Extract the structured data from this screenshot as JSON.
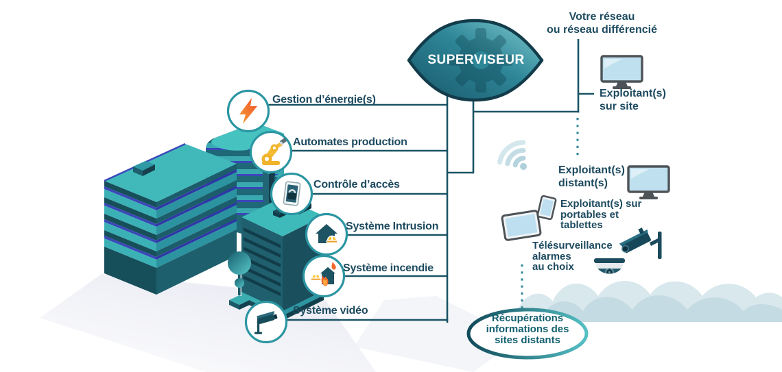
{
  "superviseur": {
    "label": "SUPERVISEUR",
    "icon": "eye-gear-icon"
  },
  "systems": [
    {
      "label": "Gestion d’énergie(s)",
      "icon": "lightning-icon"
    },
    {
      "label": "Automates production",
      "icon": "robot-arm-icon"
    },
    {
      "label": "Contrôle d’accès",
      "icon": "access-control-icon"
    },
    {
      "label": "Système Intrusion",
      "icon": "intrusion-alarm-icon"
    },
    {
      "label": "Système incendie",
      "icon": "fire-alarm-icon"
    },
    {
      "label": "Système vidéo",
      "icon": "video-camera-icon"
    }
  ],
  "network": {
    "line1": "Votre réseau",
    "line2": "ou réseau différencié"
  },
  "operators": {
    "onsite": {
      "line1": "Exploitant(s)",
      "line2": "sur site",
      "icon": "monitor-icon"
    },
    "remote": {
      "line1": "Exploitant(s)",
      "line2": "distant(s)",
      "icon": "monitor-icon"
    },
    "mobile": {
      "line1": "Exploitant(s) sur",
      "line2": "portables et",
      "line3": "tablettes",
      "icons": [
        "tablet-icon",
        "smartphone-icon"
      ]
    },
    "telesurveillance": {
      "line1": "Télésurveillance",
      "line2": "alarmes",
      "line3": "au choix",
      "icons": [
        "cctv-camera-icon",
        "dome-camera-icon"
      ]
    }
  },
  "remote_sites": {
    "line1": "Récupérations",
    "line2": "informations des",
    "line3": "sites distants"
  },
  "colors": {
    "line": "#1A5465",
    "text": "#1D4A5F",
    "ring": "#2B96A2",
    "orange": "#F0662C",
    "yellow": "#F6C430",
    "eye_dark": "#17576A",
    "eye_light": "#82CCD1",
    "screen": "#BDDFF0",
    "cloud": "#C5DBE3",
    "building_teal": "#3FBABA",
    "building_dark": "#164E5A",
    "accent_blue": "#3A47B8"
  }
}
